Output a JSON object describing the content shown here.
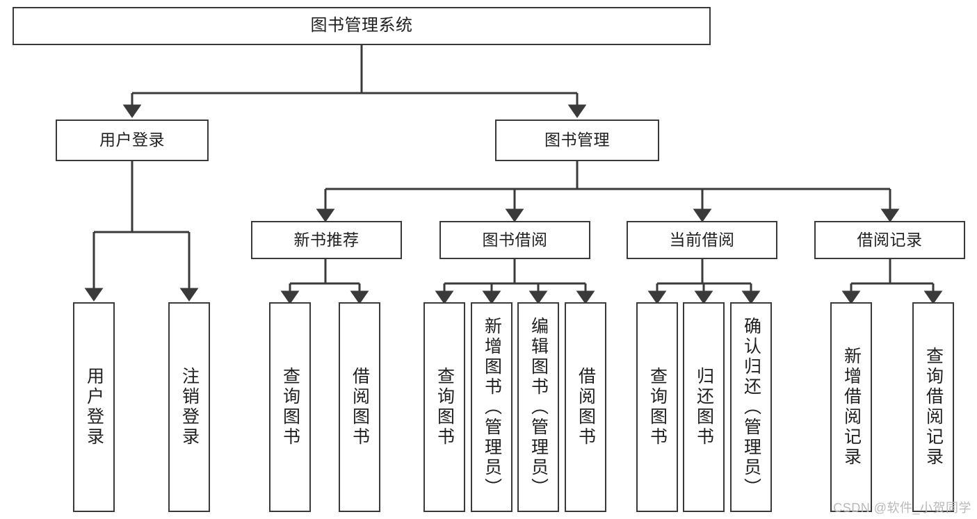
{
  "diagram": {
    "title": "图书管理系统",
    "watermark": "CSDN @软件_小贺同学",
    "colors": {
      "stroke": "#3a3a3a",
      "box_fill": "#ffffff",
      "text": "#1f1f1f",
      "background": "#ffffff",
      "watermark": "#b9b9b9"
    },
    "nodes": {
      "root": {
        "label": "图书管理系统"
      },
      "level1": [
        {
          "id": "user-login",
          "label": "用户登录"
        },
        {
          "id": "book-manage",
          "label": "图书管理"
        }
      ],
      "level2": [
        {
          "id": "new-book-recommend",
          "label": "新书推荐"
        },
        {
          "id": "book-borrow",
          "label": "图书借阅"
        },
        {
          "id": "current-borrow",
          "label": "当前借阅"
        },
        {
          "id": "borrow-record",
          "label": "借阅记录"
        }
      ],
      "leaves": {
        "user_login": [
          {
            "id": "leaf-user-login",
            "label": "用户登录"
          },
          {
            "id": "leaf-logout",
            "label": "注销登录"
          }
        ],
        "new_book_recommend": [
          {
            "id": "leaf-query-book-1",
            "label": "查询图书"
          },
          {
            "id": "leaf-borrow-book-1",
            "label": "借阅图书"
          }
        ],
        "book_borrow": [
          {
            "id": "leaf-query-book-2",
            "label": "查询图书"
          },
          {
            "id": "leaf-add-book",
            "label": "新增图书（管理员）"
          },
          {
            "id": "leaf-edit-book",
            "label": "编辑图书（管理员）"
          },
          {
            "id": "leaf-borrow-book-2",
            "label": "借阅图书"
          }
        ],
        "current_borrow": [
          {
            "id": "leaf-query-book-3",
            "label": "查询图书"
          },
          {
            "id": "leaf-return-book",
            "label": "归还图书"
          },
          {
            "id": "leaf-confirm-return",
            "label": "确认归还（管理员）"
          }
        ],
        "borrow_record": [
          {
            "id": "leaf-add-record",
            "label": "新增借阅记录"
          },
          {
            "id": "leaf-query-record",
            "label": "查询借阅记录"
          }
        ]
      }
    },
    "hierarchy": {
      "图书管理系统": [
        "用户登录",
        "图书管理"
      ],
      "用户登录": [
        "用户登录",
        "注销登录"
      ],
      "图书管理": [
        "新书推荐",
        "图书借阅",
        "当前借阅",
        "借阅记录"
      ],
      "新书推荐": [
        "查询图书",
        "借阅图书"
      ],
      "图书借阅": [
        "查询图书",
        "新增图书（管理员）",
        "编辑图书（管理员）",
        "借阅图书"
      ],
      "当前借阅": [
        "查询图书",
        "归还图书",
        "确认归还（管理员）"
      ],
      "借阅记录": [
        "新增借阅记录",
        "查询借阅记录"
      ]
    }
  }
}
